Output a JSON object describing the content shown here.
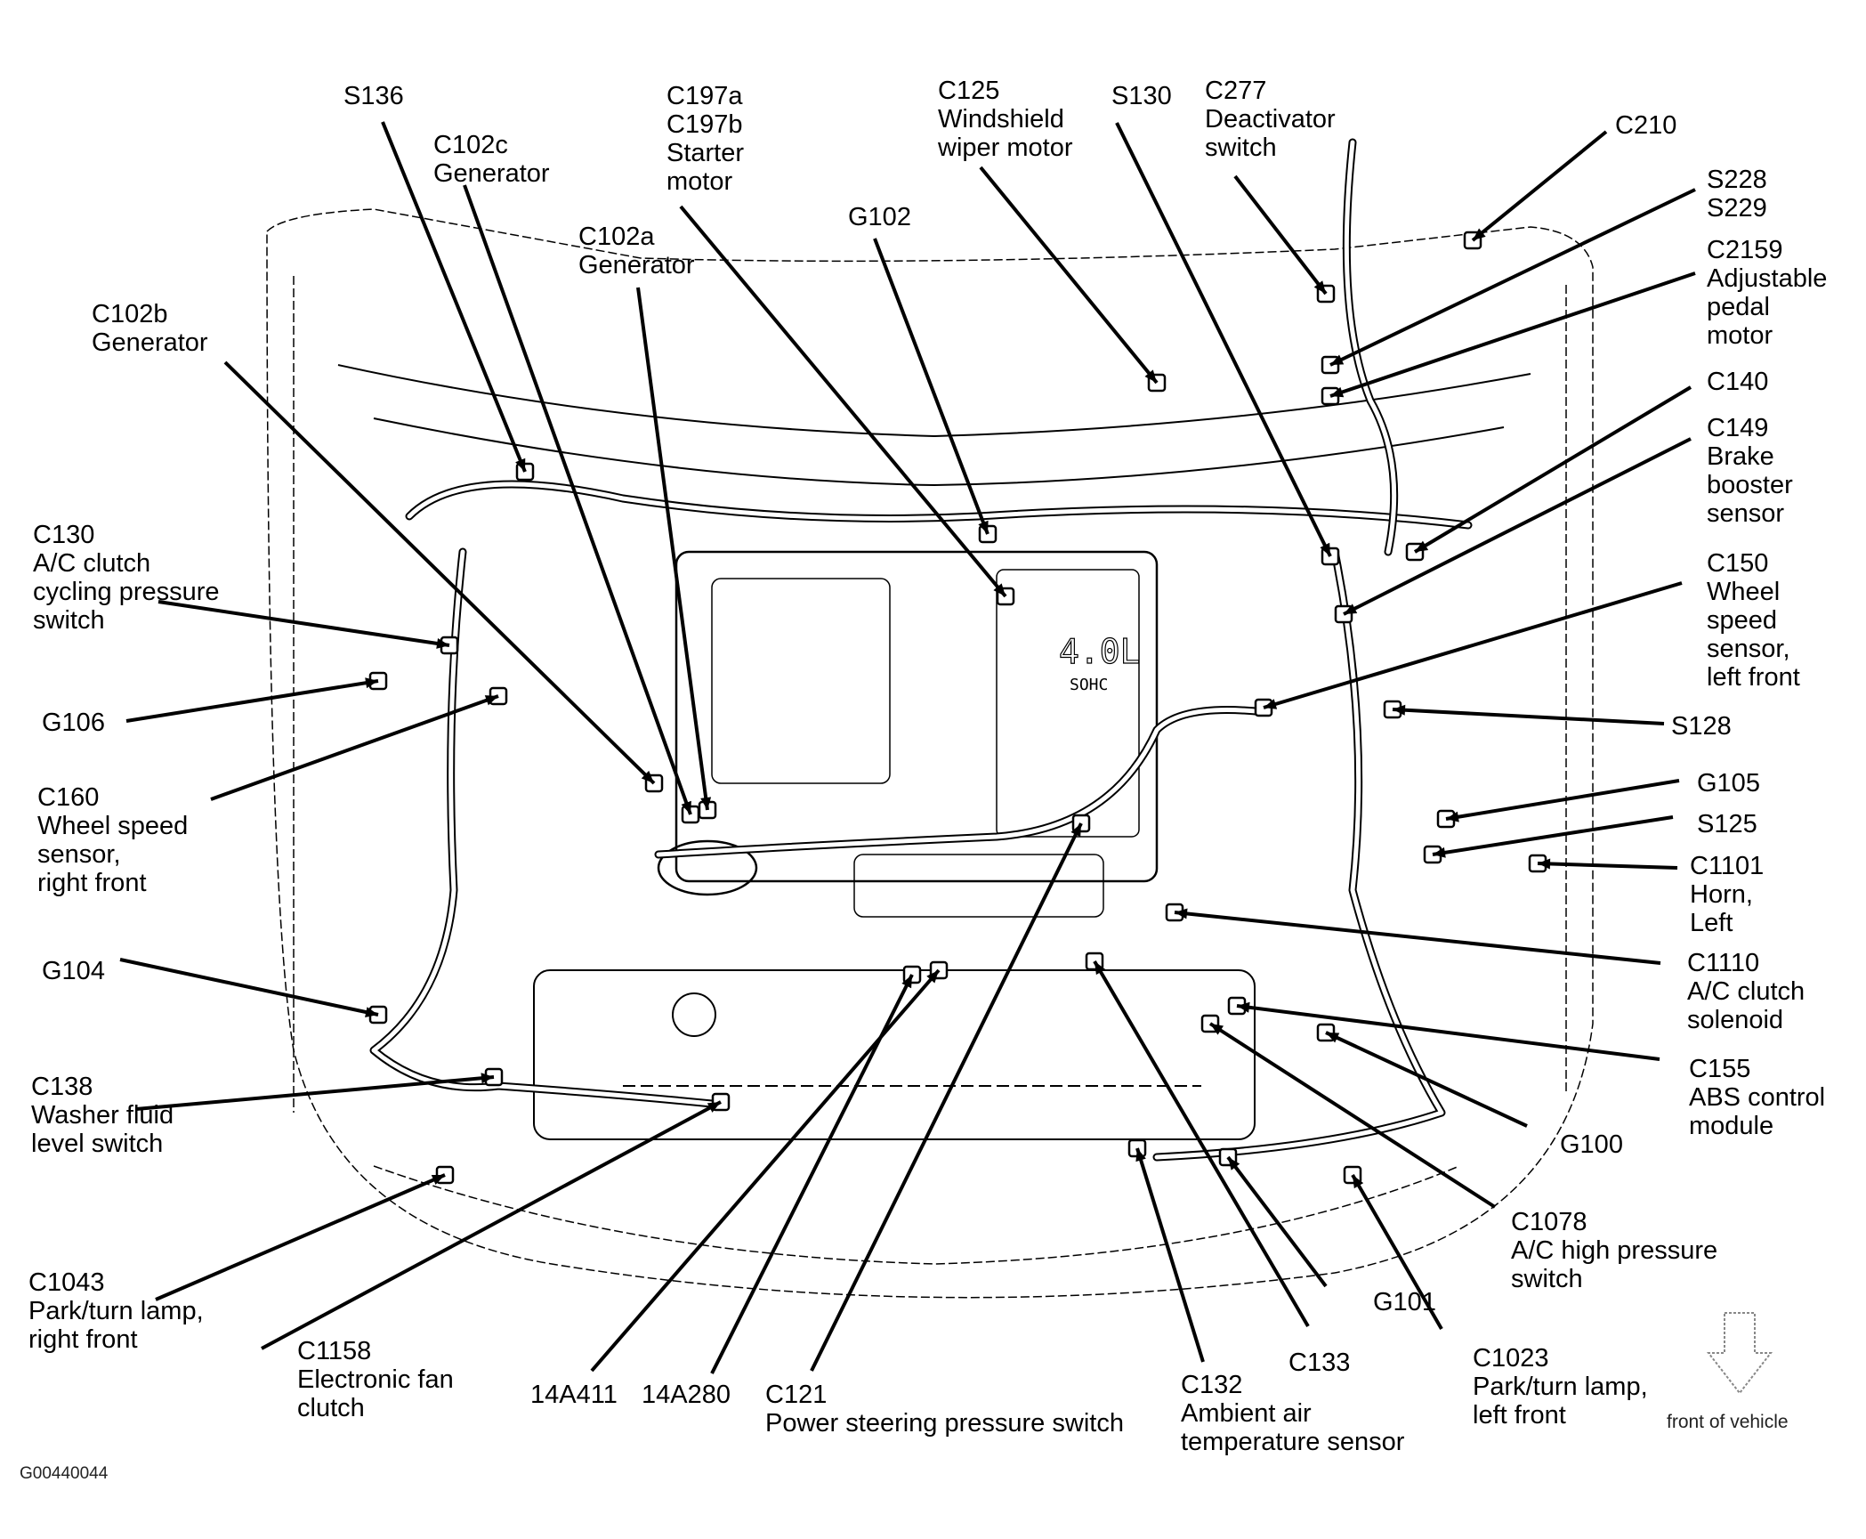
{
  "figure": {
    "figure_id": "G00440044",
    "front_indicator_label": "front of vehicle",
    "engine_emboss": {
      "displacement": "4.0L",
      "type": "SOHC"
    }
  },
  "callouts": [
    {
      "id": "s136",
      "code": "S136",
      "desc": []
    },
    {
      "id": "c102c",
      "code": "C102c",
      "desc": [
        "Generator"
      ]
    },
    {
      "id": "c197",
      "code": "C197a",
      "desc": [
        "C197b",
        "Starter",
        "motor"
      ]
    },
    {
      "id": "c125",
      "code": "C125",
      "desc": [
        "Windshield",
        "wiper motor"
      ]
    },
    {
      "id": "s130",
      "code": "S130",
      "desc": []
    },
    {
      "id": "c277",
      "code": "C277",
      "desc": [
        "Deactivator",
        "switch"
      ]
    },
    {
      "id": "c210",
      "code": "C210",
      "desc": []
    },
    {
      "id": "s228",
      "code": "S228",
      "desc": [
        "S229"
      ]
    },
    {
      "id": "c2159",
      "code": "C2159",
      "desc": [
        "Adjustable",
        "pedal",
        "motor"
      ]
    },
    {
      "id": "c102a",
      "code": "C102a",
      "desc": [
        "Generator"
      ]
    },
    {
      "id": "g102",
      "code": "G102",
      "desc": []
    },
    {
      "id": "c102b",
      "code": "C102b",
      "desc": [
        "Generator"
      ]
    },
    {
      "id": "c140",
      "code": "C140",
      "desc": []
    },
    {
      "id": "c149",
      "code": "C149",
      "desc": [
        "Brake",
        "booster",
        "sensor"
      ]
    },
    {
      "id": "c130",
      "code": "C130",
      "desc": [
        "A/C clutch",
        "cycling pressure",
        "switch"
      ]
    },
    {
      "id": "c150",
      "code": "C150",
      "desc": [
        "Wheel",
        "speed",
        "sensor,",
        "left front"
      ]
    },
    {
      "id": "g106",
      "code": "G106",
      "desc": []
    },
    {
      "id": "s128",
      "code": "S128",
      "desc": []
    },
    {
      "id": "c160",
      "code": "C160",
      "desc": [
        "Wheel speed",
        "sensor,",
        "right front"
      ]
    },
    {
      "id": "g105",
      "code": "G105",
      "desc": []
    },
    {
      "id": "s125",
      "code": "S125",
      "desc": []
    },
    {
      "id": "c1101",
      "code": "C1101",
      "desc": [
        "Horn,",
        "Left"
      ]
    },
    {
      "id": "g104",
      "code": "G104",
      "desc": []
    },
    {
      "id": "c1110",
      "code": "C1110",
      "desc": [
        "A/C clutch",
        "solenoid"
      ]
    },
    {
      "id": "c155",
      "code": "C155",
      "desc": [
        "ABS control",
        "module"
      ]
    },
    {
      "id": "c138",
      "code": "C138",
      "desc": [
        "Washer fluid",
        "level switch"
      ]
    },
    {
      "id": "g100",
      "code": "G100",
      "desc": []
    },
    {
      "id": "c1078",
      "code": "C1078",
      "desc": [
        "A/C high pressure",
        "switch"
      ]
    },
    {
      "id": "c1043",
      "code": "C1043",
      "desc": [
        "Park/turn lamp,",
        "right front"
      ]
    },
    {
      "id": "g101",
      "code": "G101",
      "desc": []
    },
    {
      "id": "c1158",
      "code": "C1158",
      "desc": [
        "Electronic fan",
        "clutch"
      ]
    },
    {
      "id": "c133",
      "code": "C133",
      "desc": []
    },
    {
      "id": "c1023",
      "code": "C1023",
      "desc": [
        "Park/turn lamp,",
        "left front"
      ]
    },
    {
      "id": "14a411",
      "code": "14A411",
      "desc": []
    },
    {
      "id": "14a280",
      "code": "14A280",
      "desc": []
    },
    {
      "id": "c121",
      "code": "C121",
      "desc": [
        "Power steering pressure switch"
      ]
    },
    {
      "id": "c132",
      "code": "C132",
      "desc": [
        "Ambient air",
        "temperature sensor"
      ]
    }
  ]
}
